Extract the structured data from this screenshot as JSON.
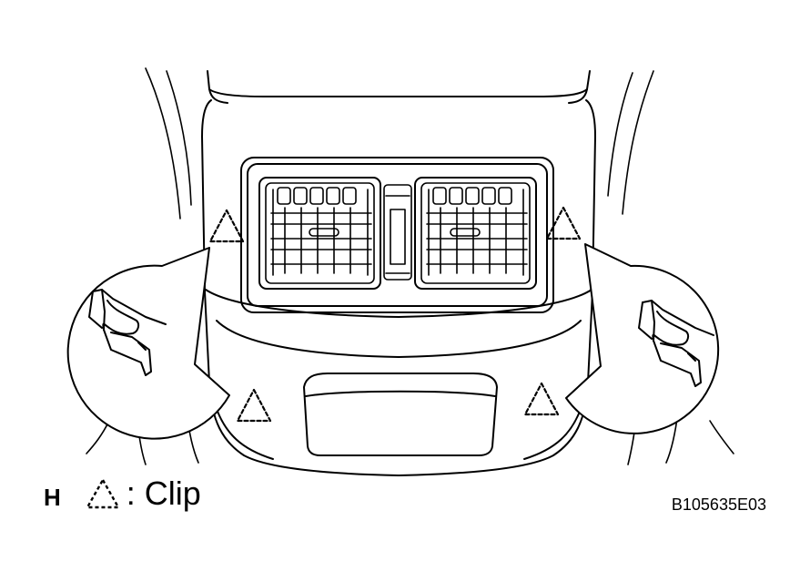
{
  "legend": {
    "mark": "H",
    "symbol_icon": "dashed-triangle-icon",
    "text": ": Clip"
  },
  "figure_code": "B105635E03",
  "colors": {
    "line": "#000000",
    "background": "#ffffff"
  }
}
